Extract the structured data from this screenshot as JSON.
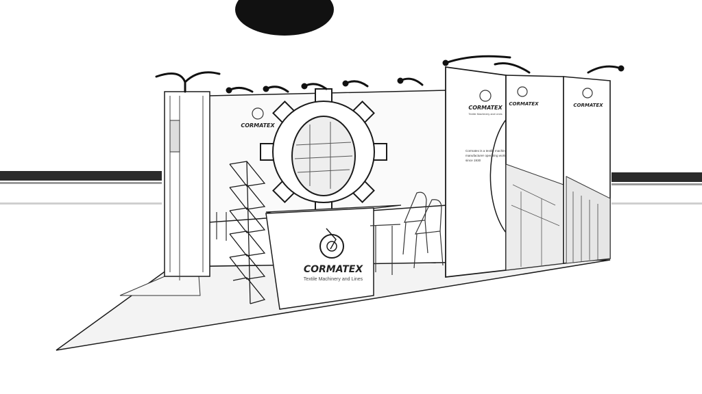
{
  "brand": {
    "name": "CORMATEX",
    "tagline": "Textile Machinery and Lines"
  },
  "panel_text": {
    "lines": [
      "Cormatex is a textile machinery",
      "manufacturer operating worldwide",
      "since 1930"
    ]
  },
  "colors": {
    "line": "#1a1a1a",
    "background": "#ffffff",
    "floor": "#f4f4f4"
  }
}
